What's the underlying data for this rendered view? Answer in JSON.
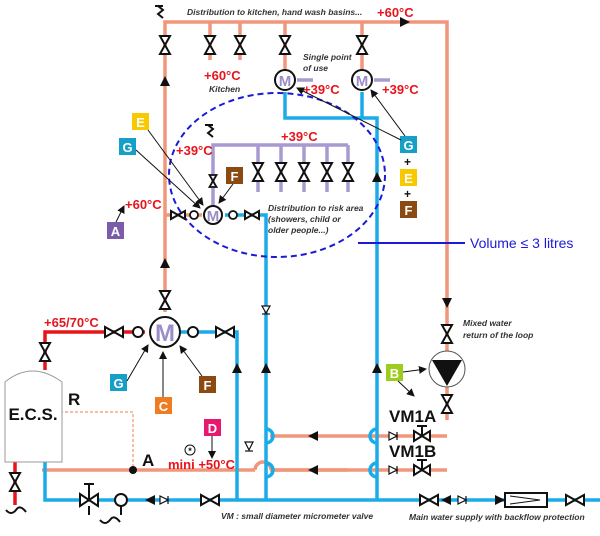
{
  "colors": {
    "hot_pipe": "#f0967a",
    "hot_red": "#e8141c",
    "cold_pipe": "#1aace8",
    "mixed_pipe": "#a89ad0",
    "volume_zone": "#1a1ad8",
    "badge_A": "#7a5caa",
    "badge_B": "#9ccc1c",
    "badge_C": "#f07c22",
    "badge_D": "#e8186e",
    "badge_E": "#f8c800",
    "badge_F": "#8a4a12",
    "badge_G": "#16a0c8"
  },
  "labels": {
    "distribution_top": "Distribution to kitchen, hand wash basins...",
    "kitchen": "Kitchen",
    "single_point_line1": "Single point",
    "single_point_line2": "of use",
    "risk_line1": "Distribution to risk area",
    "risk_line2": "(showers, child or",
    "risk_line3": "older people...)",
    "volume": "Volume ≤ 3 litres",
    "mixed_return_line1": "Mixed water",
    "mixed_return_line2": "return of the loop",
    "ecs": "E.C.S.",
    "r": "R",
    "point_a": "A",
    "vm1a": "VM1A",
    "vm1b": "VM1B",
    "vm_note": "VM : small diameter micrometer valve",
    "main_supply": "Main water supply with backflow protection",
    "mixer_symbol": "M",
    "star": "*",
    "plus": "+"
  },
  "temperatures": {
    "top_right": "+60°C",
    "kitchen": "+60°C",
    "single_point_1": "+39°C",
    "single_point_2": "+39°C",
    "risk_area": "+39°C",
    "riser_mixed": "+39°C",
    "riser_hot": "+60°C",
    "boiler_out": "+65/70°C",
    "return_min": "mini +50°C"
  },
  "badges": {
    "a": "A",
    "b": "B",
    "c": "C",
    "d": "D",
    "e": "E",
    "f": "F",
    "g": "G"
  }
}
